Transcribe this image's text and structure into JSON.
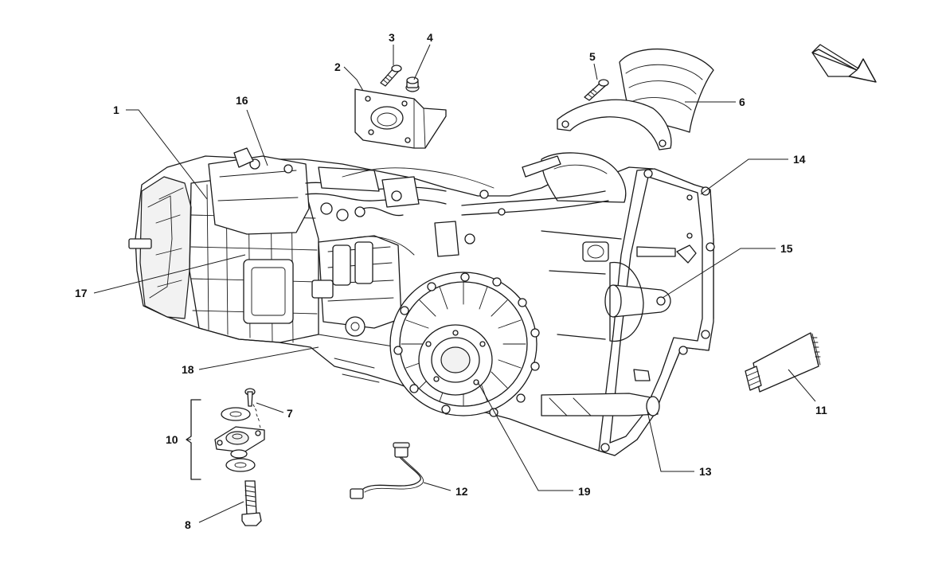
{
  "diagram": {
    "callouts": [
      {
        "id": "c1",
        "label": "1"
      },
      {
        "id": "c2",
        "label": "2"
      },
      {
        "id": "c3",
        "label": "3"
      },
      {
        "id": "c4",
        "label": "4"
      },
      {
        "id": "c5",
        "label": "5"
      },
      {
        "id": "c6",
        "label": "6"
      },
      {
        "id": "c7",
        "label": "7"
      },
      {
        "id": "c8",
        "label": "8"
      },
      {
        "id": "c10",
        "label": "10"
      },
      {
        "id": "c11",
        "label": "11"
      },
      {
        "id": "c12",
        "label": "12"
      },
      {
        "id": "c13",
        "label": "13"
      },
      {
        "id": "c14",
        "label": "14"
      },
      {
        "id": "c15",
        "label": "15"
      },
      {
        "id": "c16",
        "label": "16"
      },
      {
        "id": "c17",
        "label": "17"
      },
      {
        "id": "c18",
        "label": "18"
      },
      {
        "id": "c19",
        "label": "19"
      }
    ],
    "colors": {
      "ink": "#1a1a1a",
      "paper": "#ffffff",
      "shade": "#f2f2f2"
    },
    "icons": [
      "direction-arrow-icon"
    ]
  }
}
